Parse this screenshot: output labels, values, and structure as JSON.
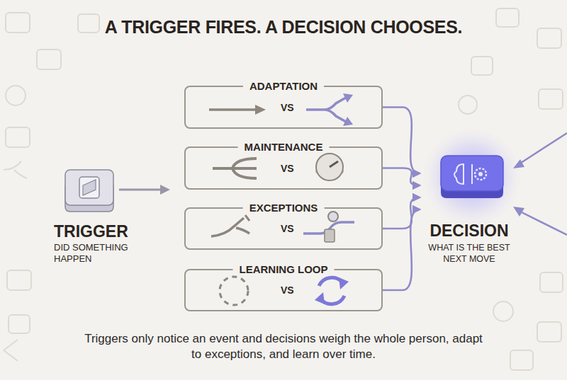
{
  "diagram": {
    "title": "A TRIGGER FIRES. A DECISION CHOOSES.",
    "caption": "Triggers only notice an event and decisions weigh the whole person, adapt to exceptions, and learn over time.",
    "nodes": [
      {
        "text": [
          "TRIGGER",
          "DID SOMETHING HAPPEN"
        ]
      },
      {
        "text": [
          "ADAPTATION",
          "VS"
        ]
      },
      {
        "text": [
          "MAINTENANCE",
          "VS"
        ]
      },
      {
        "text": [
          "EXCEPTIONS",
          "VS"
        ]
      },
      {
        "text": [
          "LEARNING LOOP",
          "VS"
        ]
      },
      {
        "text": [
          "DECISION",
          "WHAT IS THE BEST NEXT MOVE"
        ]
      }
    ],
    "edges": [
      {
        "from": 1,
        "to": 5,
        "arrow": "to"
      },
      {
        "from": 2,
        "to": 5,
        "arrow": "to"
      },
      {
        "from": 3,
        "to": 5,
        "arrow": "to"
      },
      {
        "from": 4,
        "to": 5,
        "arrow": "to"
      }
    ]
  }
}
